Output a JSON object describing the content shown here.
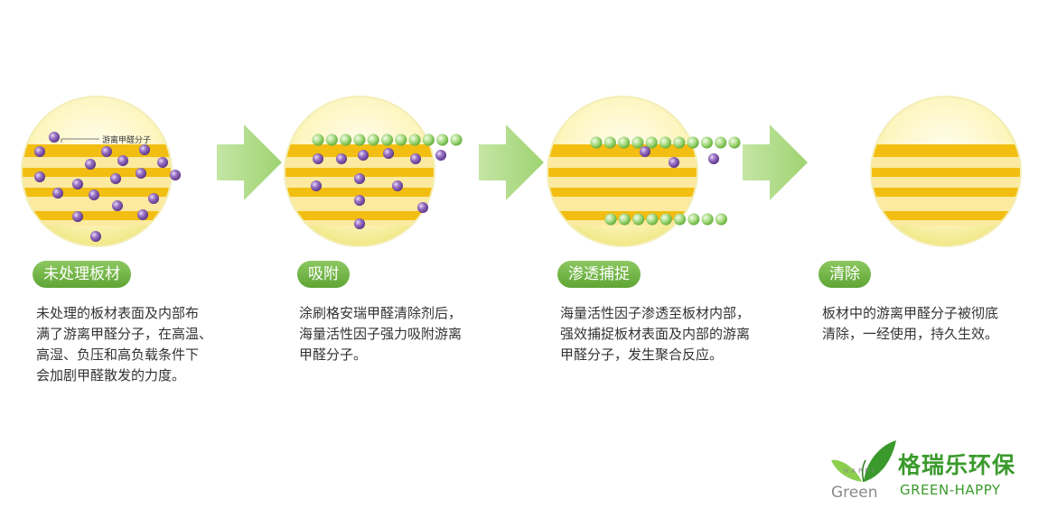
{
  "colors": {
    "board_band": "#f3be12",
    "board_light": "#fbeaa0",
    "circle_glow": "#fffbe0",
    "circle_edge": "#e9e07a",
    "formaldehyde": "#8b63b6",
    "active_factor": "#86c75c",
    "arrow": "#a6d77c",
    "pill": "#6cb23f",
    "brand_green": "#3a9a2c"
  },
  "steps": [
    {
      "title": "未处理板材",
      "callout": "游离甲醛分子",
      "desc_lines": [
        "未处理的板材表面及内部布",
        "满了游离甲醛分子，在高温、",
        "高湿、负压和高负载条件下",
        "会加剧甲醛散发的力度。"
      ]
    },
    {
      "title": "吸附",
      "desc_lines": [
        "涂刷格安瑞甲醛清除剂后，",
        "海量活性因子强力吸附游离",
        "甲醛分子。"
      ]
    },
    {
      "title": "渗透捕捉",
      "desc_lines": [
        "海量活性因子渗透至板材内部，",
        "强效捕捉板材表面及内部的游离",
        "甲醛分子，发生聚合反应。"
      ]
    },
    {
      "title": "清除",
      "desc_lines": [
        "板材中的游离甲醛分子被彻底",
        "清除，一经使用，持久生效。"
      ]
    }
  ],
  "logo": {
    "happy": "HAPPY",
    "green": "Green",
    "name_cn": "格瑞乐环保",
    "name_en": "GREEN-HAPPY"
  }
}
